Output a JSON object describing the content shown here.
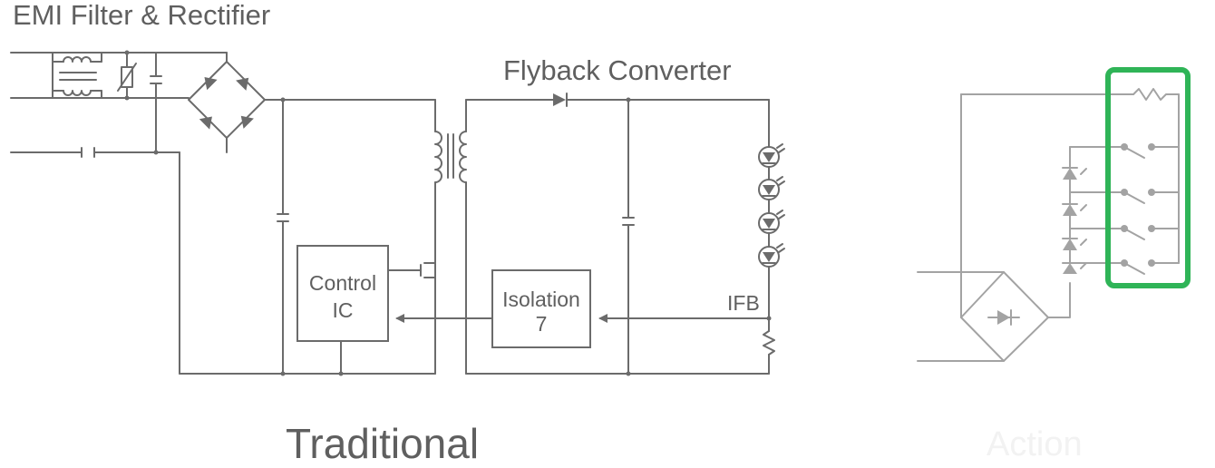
{
  "labels": {
    "emi_title": "EMI Filter & Rectifier",
    "flyback_title": "Flyback Converter",
    "control_line1": "Control",
    "control_line2": "IC",
    "isolation_line1": "Isolation",
    "isolation_line2": "7",
    "ifb": "IFB",
    "traditional": "Traditional",
    "action": "Action"
  },
  "colors": {
    "wire": "#6b6b6b",
    "wire_light": "#a3a3a3",
    "text": "#5f5f5f",
    "highlight": "#2fb457",
    "faint_text": "#f2f2f2"
  },
  "icons": [
    "inductor",
    "varistor",
    "capacitor",
    "bridge-rectifier",
    "transformer",
    "diode",
    "led",
    "resistor",
    "switch",
    "mosfet"
  ]
}
